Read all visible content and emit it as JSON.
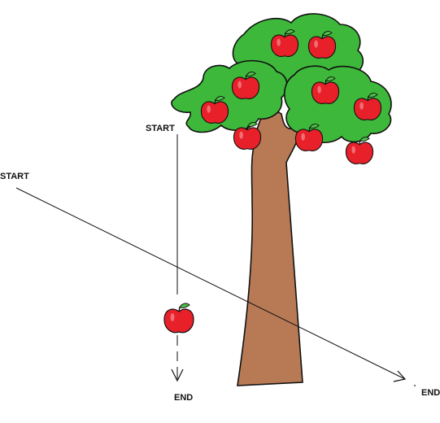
{
  "labels": {
    "vertical_start": "START",
    "vertical_end": "END",
    "diagonal_start": "START",
    "diagonal_end": "END"
  },
  "colors": {
    "foliage": "#3db83a",
    "trunk": "#b87a55",
    "apple": "#e8202a",
    "leaf": "#4fc24a",
    "stroke": "#111111"
  },
  "icons": {
    "tree": "apple-tree",
    "apple": "apple",
    "arrow": "arrow-head"
  }
}
